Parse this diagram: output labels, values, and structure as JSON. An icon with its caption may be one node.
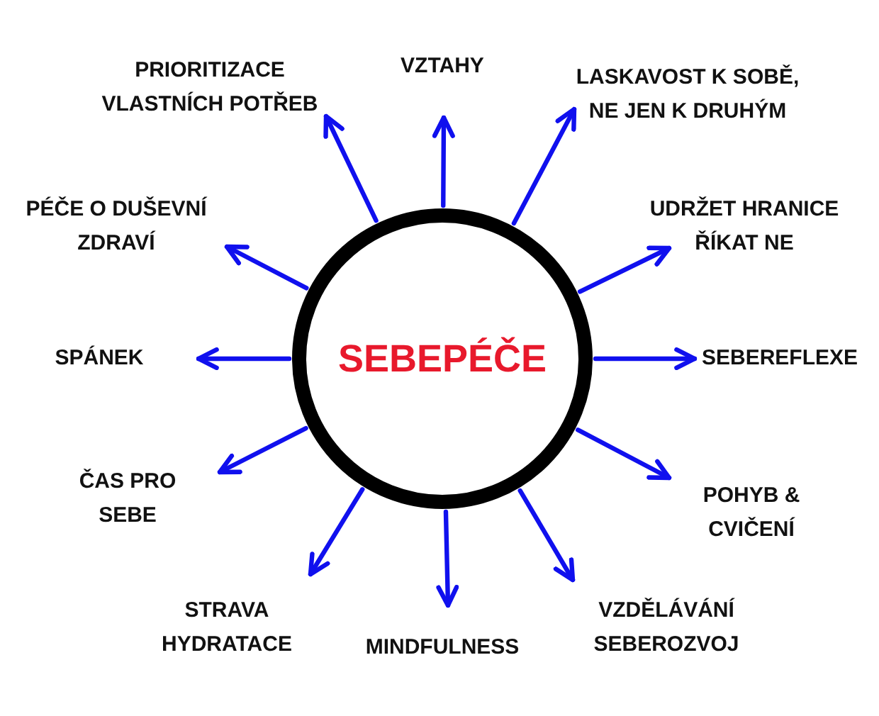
{
  "diagram": {
    "nodes": [
      {
        "text": [
          "SEBEPÉČE"
        ]
      },
      {
        "text": [
          "PRIORITIZACE VLASTNÍCH POTŘEB"
        ]
      },
      {
        "text": [
          "VZTAHY"
        ]
      },
      {
        "text": [
          "LASKAVOST K SOBĚ, NE JEN K DRUHÝM"
        ]
      },
      {
        "text": [
          "PÉČE O DUŠEVNÍ ZDRAVÍ"
        ]
      },
      {
        "text": [
          "UDRŽET HRANICE ŘÍKAT NE"
        ]
      },
      {
        "text": [
          "SPÁNEK"
        ]
      },
      {
        "text": [
          "SEBEREFLEXE"
        ]
      },
      {
        "text": [
          "ČAS PRO SEBE"
        ]
      },
      {
        "text": [
          "POHYB & CVIČENÍ"
        ]
      },
      {
        "text": [
          "STRAVA HYDRATACE"
        ]
      },
      {
        "text": [
          "MINDFULNESS"
        ]
      },
      {
        "text": [
          "VZDĚLÁVÁNÍ SEBEROZVOJ"
        ]
      }
    ],
    "edges": [
      {
        "from": 0,
        "to": 1,
        "arrow": "to"
      },
      {
        "from": 0,
        "to": 2,
        "arrow": "to"
      },
      {
        "from": 0,
        "to": 3,
        "arrow": "to"
      },
      {
        "from": 0,
        "to": 4,
        "arrow": "to"
      },
      {
        "from": 0,
        "to": 5,
        "arrow": "to"
      },
      {
        "from": 0,
        "to": 6,
        "arrow": "to"
      },
      {
        "from": 0,
        "to": 7,
        "arrow": "to"
      },
      {
        "from": 0,
        "to": 8,
        "arrow": "to"
      },
      {
        "from": 0,
        "to": 9,
        "arrow": "to"
      },
      {
        "from": 0,
        "to": 10,
        "arrow": "to"
      },
      {
        "from": 0,
        "to": 11,
        "arrow": "to"
      },
      {
        "from": 0,
        "to": 12,
        "arrow": "to"
      }
    ]
  }
}
